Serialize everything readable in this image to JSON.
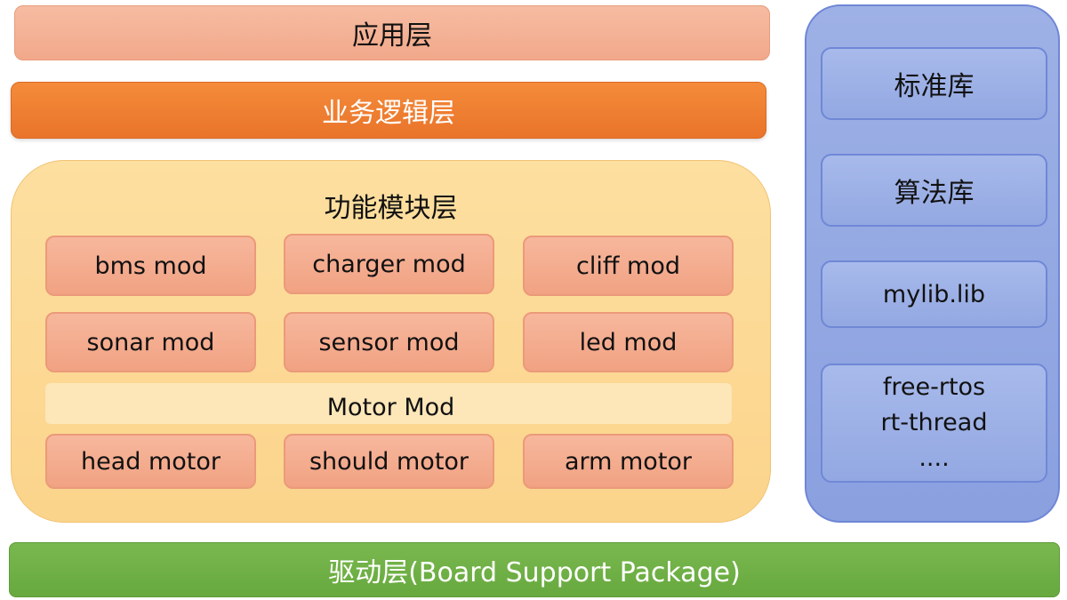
{
  "layers": {
    "application": "应用层",
    "business_logic": "业务逻辑层",
    "function_module": {
      "title": "功能模块层",
      "modules_row1": [
        "bms mod",
        "charger mod",
        "cliff mod"
      ],
      "modules_row2": [
        "sonar mod",
        "sensor mod",
        "led mod"
      ],
      "motor_group": {
        "title": "Motor Mod",
        "motors": [
          "head motor",
          "should motor",
          "arm motor"
        ]
      }
    },
    "driver": "驱动层(Board Support Package)"
  },
  "side_libraries": {
    "items": [
      "标准库",
      "算法库",
      "mylib.lib"
    ],
    "rtos": [
      "free-rtos",
      "rt-thread",
      "...."
    ]
  },
  "colors": {
    "application": "#f4b294",
    "business_logic": "#ef7f31",
    "function_module": "#fcd897",
    "module": "#f4ab8e",
    "side_panel": "#95a9e3",
    "driver": "#70b246"
  }
}
